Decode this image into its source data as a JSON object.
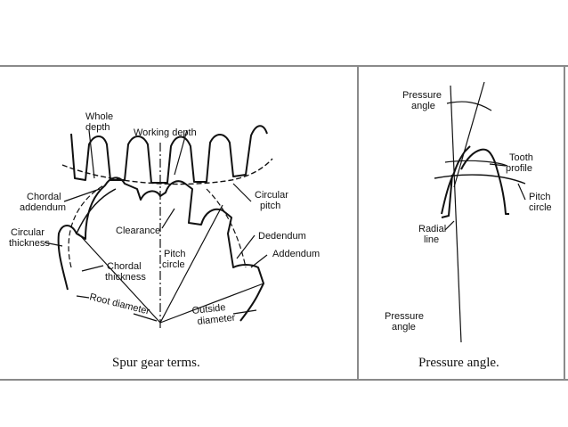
{
  "spur": {
    "caption": "Spur gear terms.",
    "labels": {
      "whole_depth_1": "Whole",
      "whole_depth_2": "depth",
      "working_depth": "Working depth",
      "chordal_addendum_1": "Chordal",
      "chordal_addendum_2": "addendum",
      "circular_pitch_1": "Circular",
      "circular_pitch_2": "pitch",
      "clearance": "Clearance",
      "dedendum": "Dedendum",
      "addendum": "Addendum",
      "circular_thickness_1": "Circular",
      "circular_thickness_2": "thickness",
      "chordal_thickness_1": "Chordal",
      "chordal_thickness_2": "thickness",
      "pitch_circle_1": "Pitch",
      "pitch_circle_2": "circle",
      "root_diameter": "Root diameter",
      "outside_diameter_1": "Outside",
      "outside_diameter_2": "diameter"
    }
  },
  "pressure": {
    "caption": "Pressure angle.",
    "labels": {
      "pressure_angle_top_1": "Pressure",
      "pressure_angle_top_2": "angle",
      "tooth_profile_1": "Tooth",
      "tooth_profile_2": "profile",
      "pitch_circle_1": "Pitch",
      "pitch_circle_2": "circle",
      "radial_line_1": "Radial",
      "radial_line_2": "line",
      "pressure_angle_bottom_1": "Pressure",
      "pressure_angle_bottom_2": "angle"
    }
  }
}
